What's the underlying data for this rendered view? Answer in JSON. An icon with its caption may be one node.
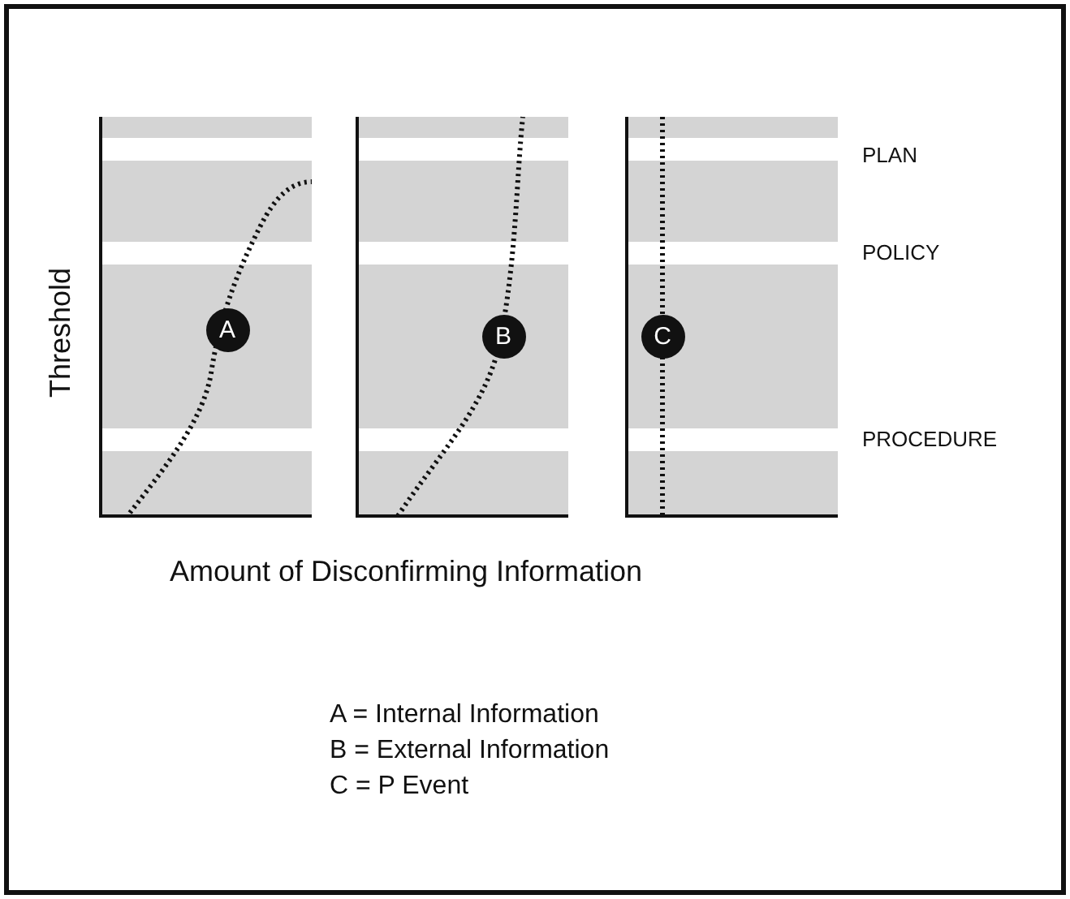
{
  "diagram": {
    "nodes": [
      {
        "text": [
          "A"
        ]
      },
      {
        "text": [
          "B"
        ]
      },
      {
        "text": [
          "C"
        ]
      }
    ],
    "edges": [],
    "labels": [
      "PLAN",
      "POLICY",
      "Threshold",
      "PROCEDURE",
      "Amount of Disconfirming Information",
      "A = Internal Information",
      "B = External Information",
      "C = P Event"
    ]
  }
}
